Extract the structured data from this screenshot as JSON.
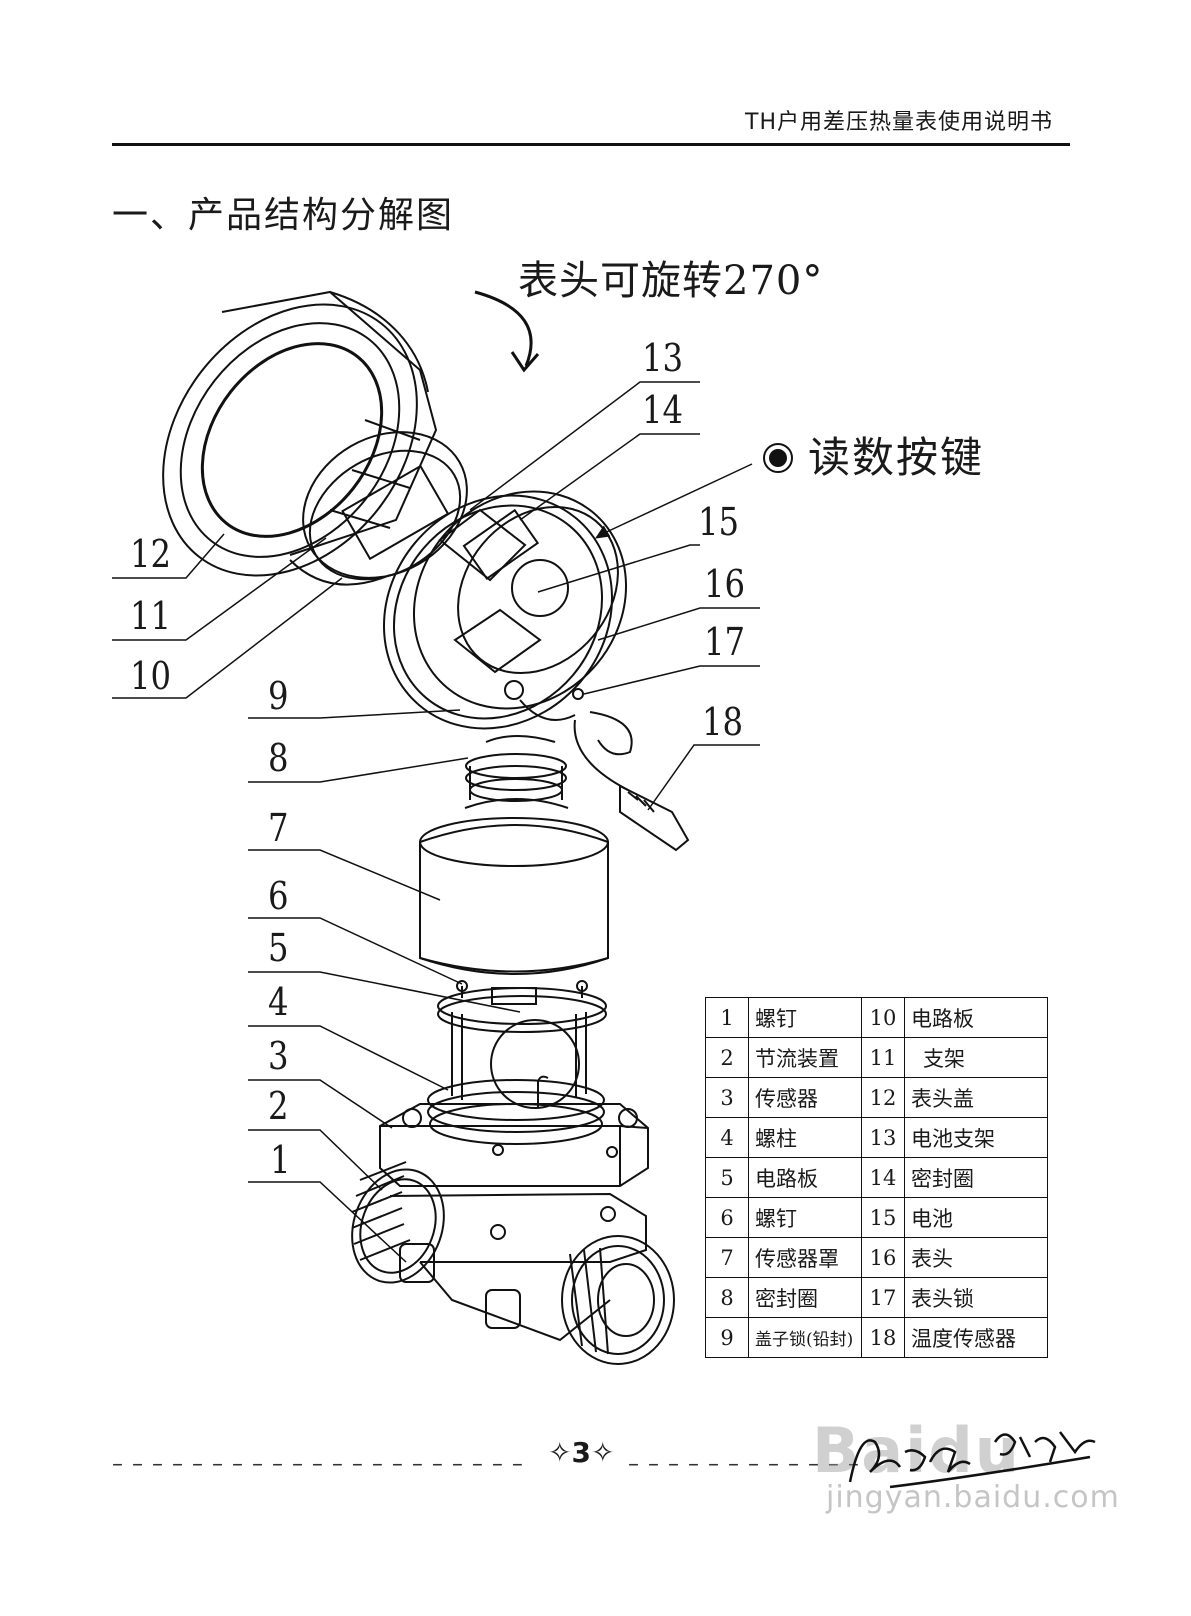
{
  "header": {
    "title": "TH户用差压热量表使用说明书"
  },
  "section": {
    "title": "一、产品结构分解图"
  },
  "diagram": {
    "rotate_note": "表头可旋转270°",
    "read_button_label": "读数按键",
    "callouts": [
      "1",
      "2",
      "3",
      "4",
      "5",
      "6",
      "7",
      "8",
      "9",
      "10",
      "11",
      "12",
      "13",
      "14",
      "15",
      "16",
      "17",
      "18"
    ]
  },
  "parts_table": {
    "rows": [
      {
        "n1": "1",
        "p1": "螺钉",
        "n2": "10",
        "p2": "电路板"
      },
      {
        "n1": "2",
        "p1": "节流装置",
        "n2": "11",
        "p2": "支架"
      },
      {
        "n1": "3",
        "p1": "传感器",
        "n2": "12",
        "p2": "表头盖"
      },
      {
        "n1": "4",
        "p1": "螺柱",
        "n2": "13",
        "p2": "电池支架"
      },
      {
        "n1": "5",
        "p1": "电路板",
        "n2": "14",
        "p2": "密封圈"
      },
      {
        "n1": "6",
        "p1": "螺钉",
        "n2": "15",
        "p2": "电池"
      },
      {
        "n1": "7",
        "p1": "传感器罩",
        "n2": "16",
        "p2": "表头"
      },
      {
        "n1": "8",
        "p1": "密封圈",
        "n2": "17",
        "p2": "表头锁"
      },
      {
        "n1": "9",
        "p1": "盖子锁(铅封)",
        "n2": "18",
        "p2": "温度传感器"
      }
    ]
  },
  "footer": {
    "page_number": "✧3✧",
    "watermark": "Baidu",
    "watermark_url": "jingyan.baidu.com"
  }
}
